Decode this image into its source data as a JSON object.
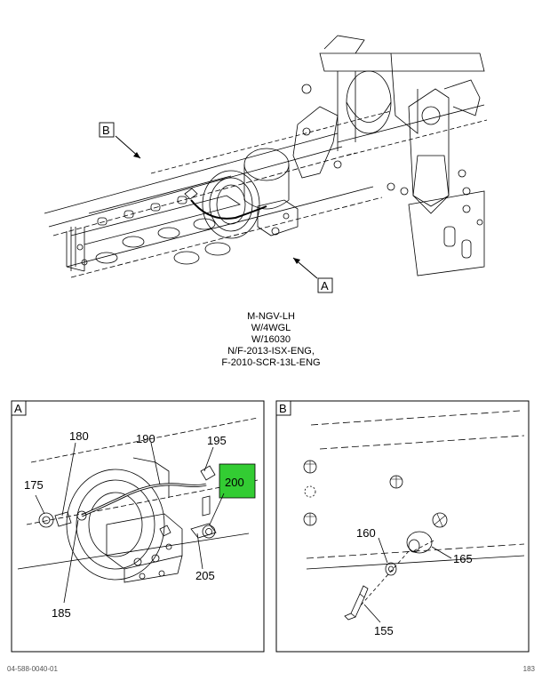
{
  "caption": {
    "lines": [
      "M-NGV-LH",
      "W/4WGL",
      "W/16030",
      "N/F-2013-ISX-ENG,",
      "F-2010-SCR-13L-ENG"
    ]
  },
  "callouts": {
    "main_b": "B",
    "main_a": "A",
    "detail_a_title": "A",
    "detail_b_title": "B"
  },
  "parts_a": {
    "p175": "175",
    "p180": "180",
    "p185": "185",
    "p190": "190",
    "p195": "195",
    "p200": "200",
    "p205": "205"
  },
  "parts_b": {
    "p155": "155",
    "p160": "160",
    "p165": "165"
  },
  "highlight_color": "#33cc33",
  "footer": {
    "left": "04-588-0040-01",
    "right": "183"
  }
}
